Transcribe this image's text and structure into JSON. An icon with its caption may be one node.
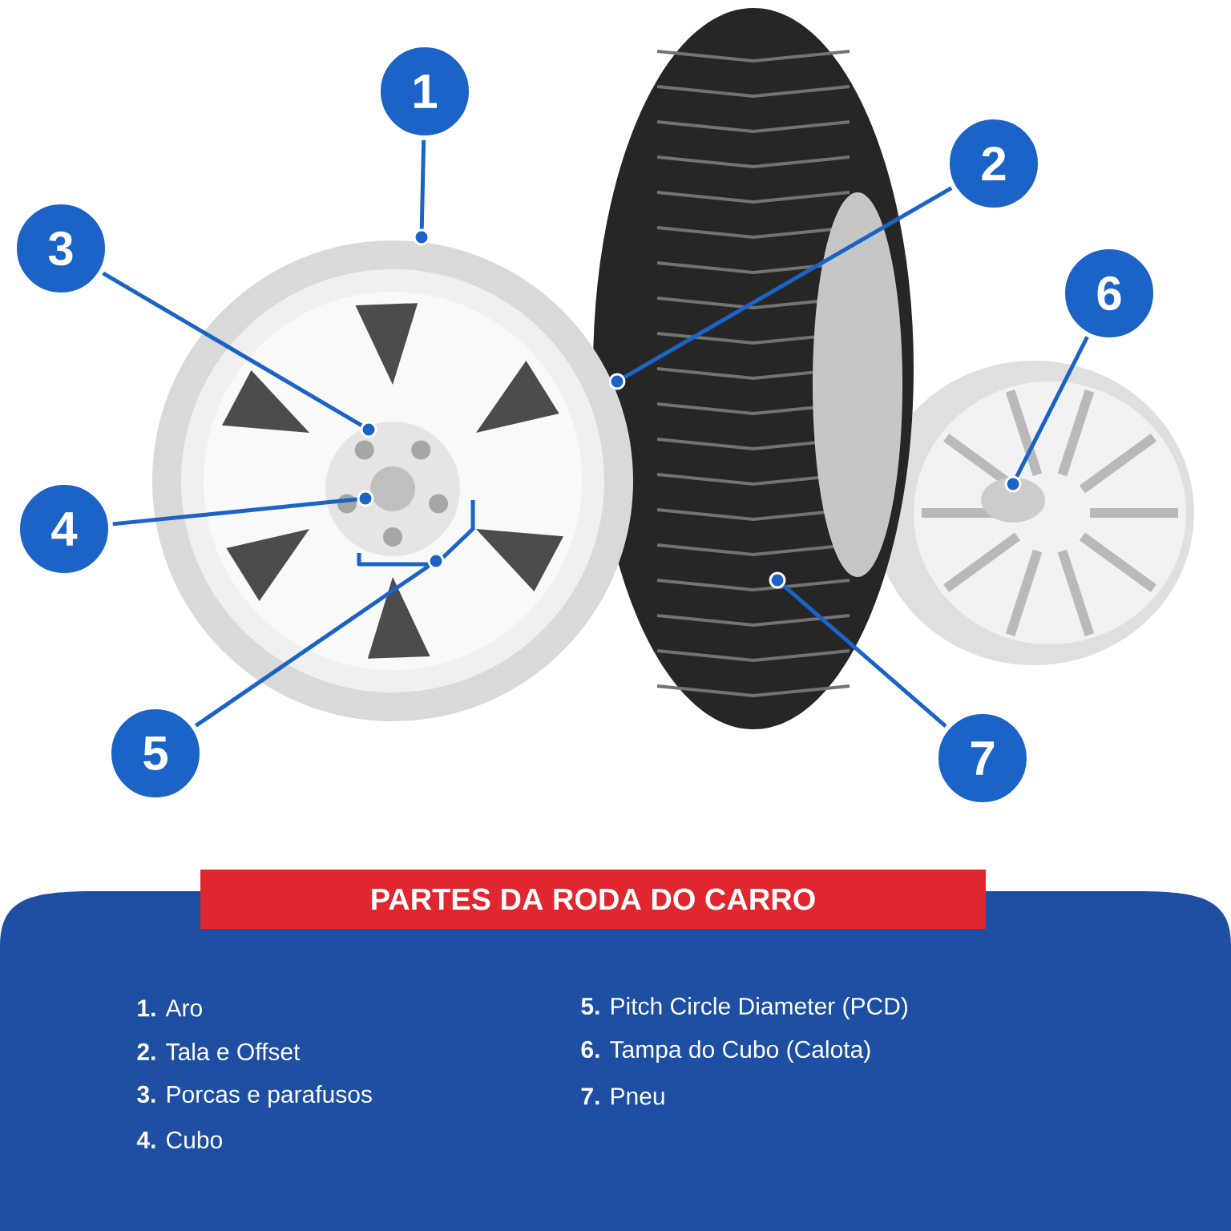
{
  "diagram": {
    "title": "PARTES DA RODA DO CARRO",
    "nodes": [
      {
        "text": [
          "1"
        ]
      },
      {
        "text": [
          "2"
        ]
      },
      {
        "text": [
          "3"
        ]
      },
      {
        "text": [
          "4"
        ]
      },
      {
        "text": [
          "5"
        ]
      },
      {
        "text": [
          "6"
        ]
      },
      {
        "text": [
          "7"
        ]
      },
      {
        "text": [],
        "shape": "circle"
      },
      {
        "text": [],
        "shape": "circle"
      },
      {
        "text": [],
        "shape": "circle"
      },
      {
        "text": [],
        "shape": "circle"
      },
      {
        "text": [],
        "shape": "circle"
      },
      {
        "text": [],
        "shape": "circle"
      },
      {
        "text": [],
        "shape": "circle"
      }
    ],
    "edges": [
      {
        "from": 0,
        "to": 7,
        "arrow": "none"
      },
      {
        "from": 1,
        "to": 8,
        "arrow": "none"
      },
      {
        "from": 2,
        "to": 9,
        "arrow": "none"
      },
      {
        "from": 3,
        "to": 10,
        "arrow": "none"
      },
      {
        "from": 4,
        "to": 11,
        "arrow": "none"
      },
      {
        "from": 5,
        "to": 12,
        "arrow": "none"
      },
      {
        "from": 6,
        "to": 13,
        "arrow": "none"
      }
    ],
    "labels": [
      "**1.** Aro",
      "**5.** Pitch Circle Diameter (PCD)",
      "**2.** Tala e Offset",
      "**6.** Tampa do Cubo (Calota)",
      "**3.** Porcas e parafusos",
      "**7.** Pneu",
      "**4.** Cubo"
    ]
  }
}
